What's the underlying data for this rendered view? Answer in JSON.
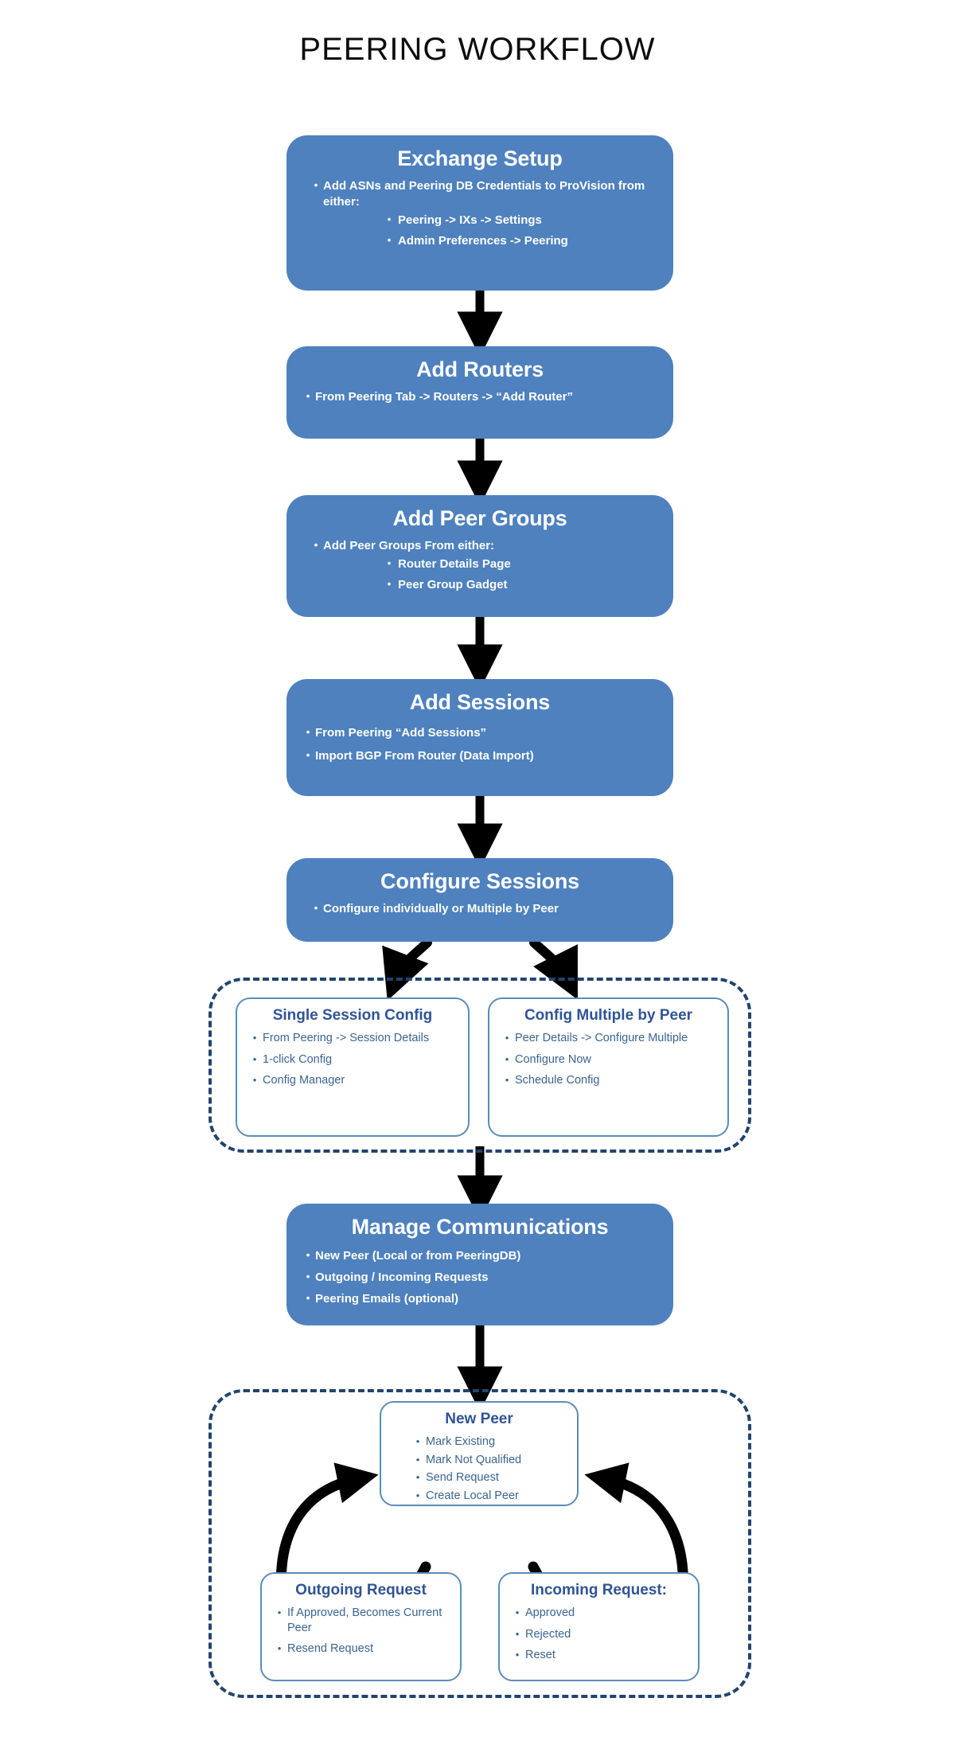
{
  "title": "PEERING WORKFLOW",
  "colors": {
    "stage_fill": "#4E81BE",
    "stage_text": "#FFFFFF",
    "dashed_border": "#22436F",
    "card_border": "#5B8DB8",
    "card_title_text": "#2F5496",
    "card_body_text": "#3B6491",
    "arrow": "#000000",
    "background": "#FFFFFF"
  },
  "stages": [
    {
      "id": "exchange-setup",
      "title": "Exchange Setup",
      "bullets": [
        {
          "level": 1,
          "text": "Add ASNs and Peering DB Credentials to ProVision from either:"
        },
        {
          "level": 2,
          "text": "Peering -> IXs -> Settings"
        },
        {
          "level": 2,
          "text": "Admin Preferences -> Peering"
        }
      ]
    },
    {
      "id": "add-routers",
      "title": "Add Routers",
      "bullets": [
        {
          "level": 1,
          "text": "From Peering Tab -> Routers -> “Add Router”"
        }
      ]
    },
    {
      "id": "add-peer-groups",
      "title": "Add Peer Groups",
      "bullets": [
        {
          "level": 1,
          "text": "Add Peer Groups From either:"
        },
        {
          "level": 2,
          "text": "Router Details Page"
        },
        {
          "level": 2,
          "text": "Peer Group Gadget"
        }
      ]
    },
    {
      "id": "add-sessions",
      "title": "Add Sessions",
      "bullets": [
        {
          "level": 1,
          "text": "From  Peering “Add Sessions”"
        },
        {
          "level": 1,
          "text": "Import BGP From Router (Data Import)"
        }
      ]
    },
    {
      "id": "configure-sessions",
      "title": "Configure Sessions",
      "bullets": [
        {
          "level": 1,
          "text": "Configure individually or Multiple by Peer"
        }
      ]
    },
    {
      "id": "manage-communications",
      "title": "Manage Communications",
      "bullets": [
        {
          "level": 1,
          "text": "New Peer (Local or from PeeringDB)"
        },
        {
          "level": 1,
          "text": "Outgoing / Incoming Requests"
        },
        {
          "level": 1,
          "text": "Peering Emails (optional)"
        }
      ]
    }
  ],
  "config_group": {
    "cards": [
      {
        "id": "single-session-config",
        "title": "Single Session Config",
        "bullets": [
          "From Peering -> Session Details",
          "1-click Config",
          "Config Manager"
        ]
      },
      {
        "id": "config-multiple-by-peer",
        "title": "Config Multiple by Peer",
        "bullets": [
          "Peer Details -> Configure Multiple",
          "Configure Now",
          "Schedule Config"
        ]
      }
    ]
  },
  "peer_group": {
    "cards": [
      {
        "id": "new-peer",
        "title": "New Peer",
        "bullets": [
          "Mark Existing",
          "Mark Not Qualified",
          "Send Request",
          "Create Local Peer"
        ]
      },
      {
        "id": "outgoing-request",
        "title": "Outgoing Request",
        "bullets": [
          "If Approved, Becomes Current Peer",
          "Resend Request"
        ]
      },
      {
        "id": "incoming-request",
        "title": "Incoming Request:",
        "bullets": [
          "Approved",
          "Rejected",
          "Reset"
        ]
      }
    ]
  }
}
